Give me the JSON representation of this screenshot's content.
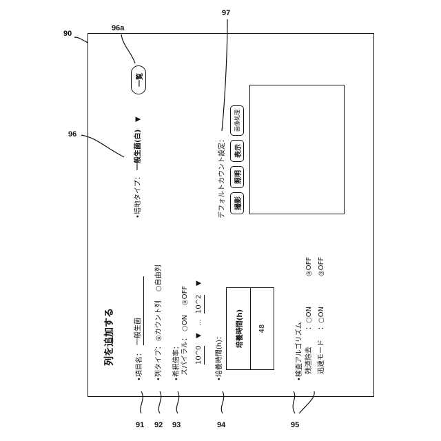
{
  "refs": {
    "r90": "90",
    "r96a": "96a",
    "r96": "96",
    "r97": "97",
    "r91": "91",
    "r92": "92",
    "r93": "93",
    "r94": "94",
    "r95": "95"
  },
  "screen": {
    "title": "列を追加する",
    "list_button": "一覧",
    "medium": {
      "label": "•培地タイプ：",
      "value": "一般生菌(白)",
      "arrow": "▼"
    },
    "default_count": {
      "label": "デフォルトカウント設定：",
      "buttons": [
        "撮影",
        "照明",
        "表示",
        "画像処理"
      ]
    },
    "item_name": {
      "label": "•項目名：",
      "value": "一般生菌"
    },
    "column_type": {
      "label": "•列タイプ：",
      "option_count": "◎カウント列",
      "option_free": "○自由列"
    },
    "magnification": {
      "label": "•希釈倍率：",
      "spiral_label": "スパイラル：",
      "on": "○ON",
      "off": "◎OFF",
      "range_from": "10^0",
      "range_sep": "…",
      "range_to": "10^2",
      "arrow": "▼"
    },
    "culture_time": {
      "label": "•培養時間(h)：",
      "table_header": "培養時間(h)",
      "table_value": "48"
    },
    "algorithm": {
      "label": "•検査アルゴリズム",
      "rows": [
        {
          "name": "残渣除去",
          "sep": "：",
          "on": "○ON",
          "off": "◎OFF"
        },
        {
          "name": "迅速モード",
          "sep": "：",
          "on": "○ON",
          "off": "◎OFF"
        }
      ]
    }
  }
}
